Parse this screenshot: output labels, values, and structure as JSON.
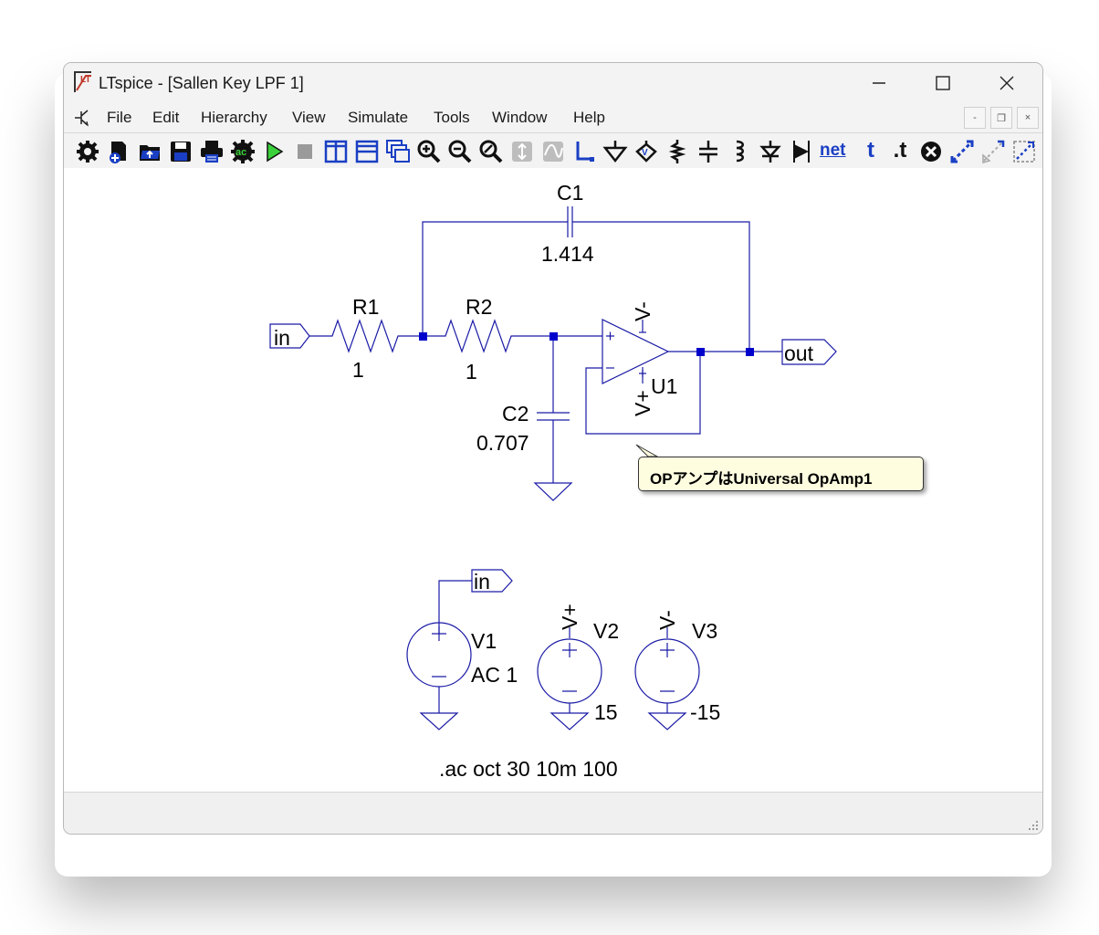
{
  "window": {
    "title": "LTspice - [Sallen Key LPF 1]"
  },
  "menu": {
    "items": [
      "File",
      "Edit",
      "Hierarchy",
      "View",
      "Simulate",
      "Tools",
      "Window",
      "Help"
    ]
  },
  "toolbar": {
    "icons": [
      "settings-icon",
      "new-schematic-icon",
      "open-icon",
      "save-icon",
      "print-icon",
      "ac-analysis-icon",
      "run-icon",
      "halt-icon",
      "tile-vertical-icon",
      "tile-horizontal-icon",
      "cascade-icon",
      "zoom-in-icon",
      "zoom-out-icon",
      "zoom-fit-icon",
      "autorange-icon",
      "waveform-icon",
      "wire-icon",
      "ground-icon",
      "label-net-icon",
      "resistor-icon",
      "capacitor-icon",
      "inductor-icon",
      "diode-icon",
      "component-icon",
      "net-label-icon",
      "text-icon",
      "spice-directive-icon",
      "delete-icon",
      "duplicate-icon",
      "move-icon",
      "drag-icon"
    ],
    "net_label": "net",
    "text_label": "t",
    "directive_label": ".t"
  },
  "schematic": {
    "c1_name": "C1",
    "c1_value": "1.414",
    "r1_name": "R1",
    "r1_value": "1",
    "r2_name": "R2",
    "r2_value": "1",
    "c2_name": "C2",
    "c2_value": "0.707",
    "u1_name": "U1",
    "in_label": "in",
    "out_label": "out",
    "vminus_label": "V-",
    "vplus_label": "V+",
    "v1_name": "V1",
    "v1_value": "AC 1",
    "v2_name": "V2",
    "v2_value": "15",
    "v2_net": "V+",
    "v3_name": "V3",
    "v3_value": "-15",
    "v3_net": "V-",
    "directive": ".ac oct 30 10m 100",
    "note": "OPアンプはUniversal OpAmp1"
  },
  "colors": {
    "wire": "#1a1aa6",
    "junction": "#0000cc",
    "toolbar_blue": "#1a3fc4"
  }
}
